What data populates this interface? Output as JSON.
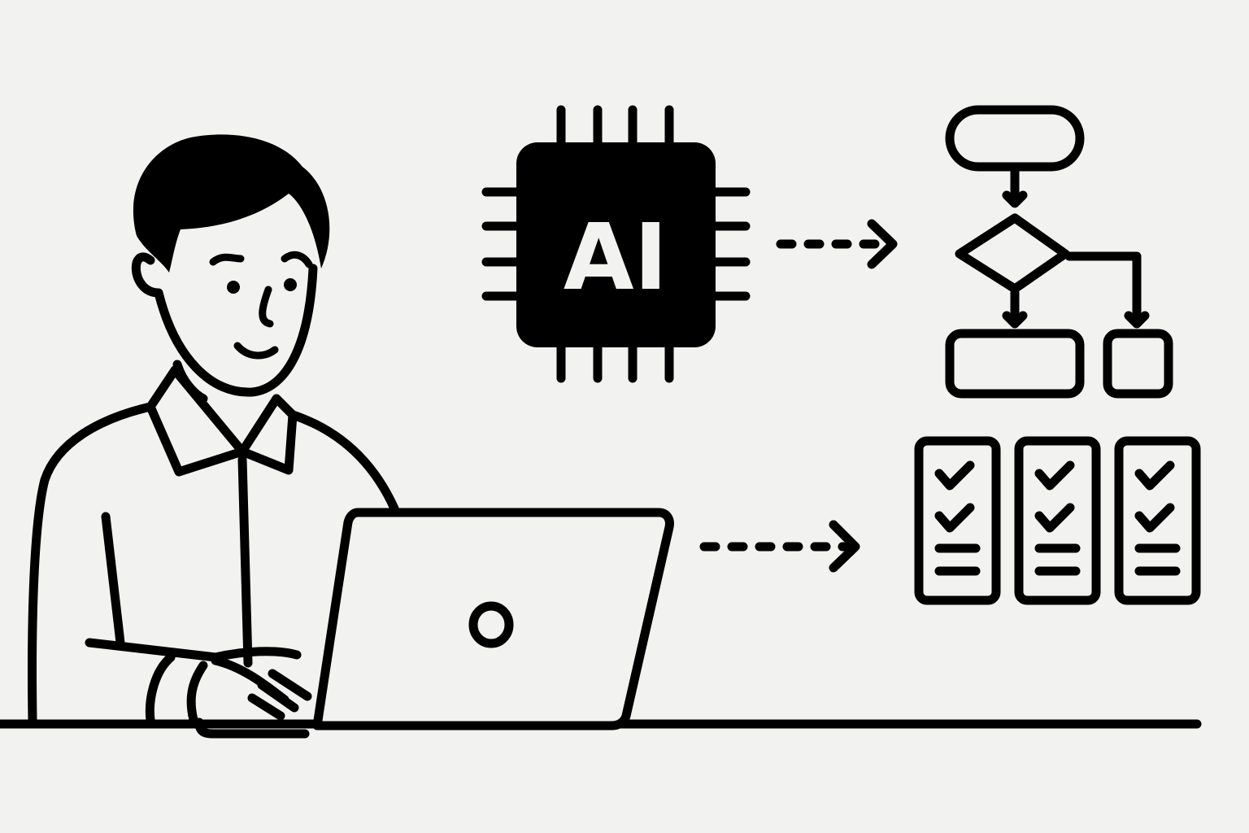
{
  "chip": {
    "label": "AI"
  },
  "checklists": [
    {
      "checks": 2,
      "lines": 2
    },
    {
      "checks": 2,
      "lines": 2
    },
    {
      "checks": 2,
      "lines": 2
    }
  ],
  "colors": {
    "ink": "#000000",
    "paper": "#f2f2f0"
  }
}
